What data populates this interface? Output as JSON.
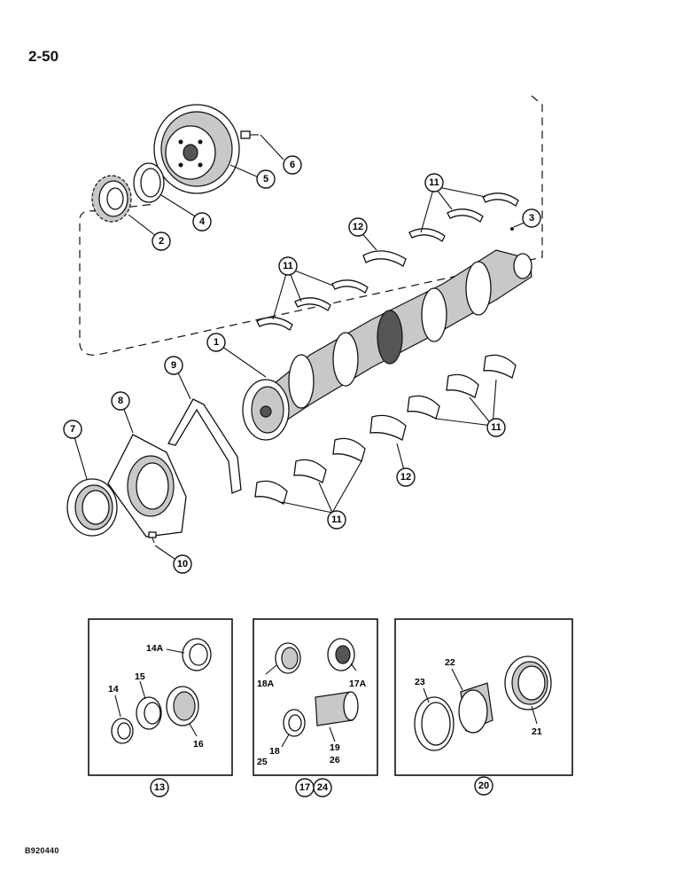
{
  "page": {
    "number": "2-50",
    "figure_code": "B920440"
  },
  "callouts": {
    "c1": "1",
    "c2": "2",
    "c3": "3",
    "c4": "4",
    "c5": "5",
    "c6": "6",
    "c7": "7",
    "c8": "8",
    "c9": "9",
    "c10": "10",
    "c11a": "11",
    "c11b": "11",
    "c11c": "11",
    "c11d": "11",
    "c12a": "12",
    "c12b": "12",
    "c13": "13",
    "c17": "17",
    "c24": "24",
    "c20": "20"
  },
  "kit_labels": {
    "l14a": "14A",
    "l15": "15",
    "l14": "14",
    "l16": "16",
    "l18a": "18A",
    "l17a": "17A",
    "l18": "18",
    "l25": "25",
    "l19": "19",
    "l26": "26",
    "l22": "22",
    "l23": "23",
    "l21": "21"
  }
}
